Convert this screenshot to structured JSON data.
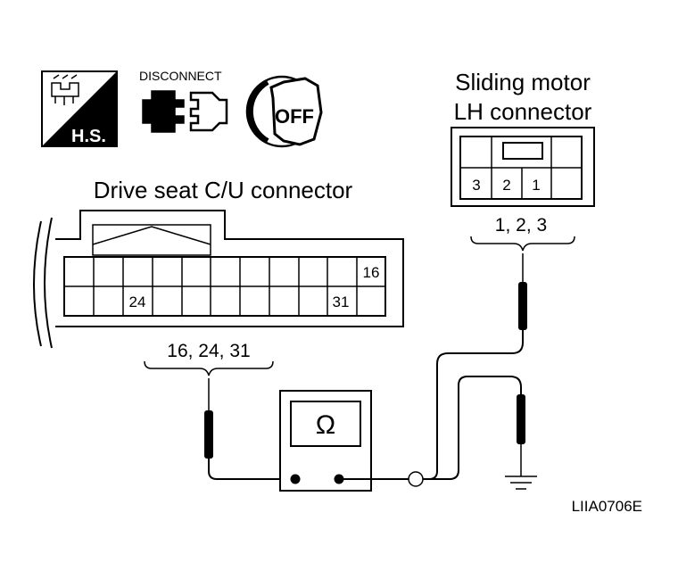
{
  "icons": {
    "harness_label": "H.S.",
    "disconnect_label": "DISCONNECT",
    "ignition_label": "OFF"
  },
  "drive_seat_connector": {
    "title": "Drive seat C/U connector",
    "pin_labels": [
      "16",
      "24",
      "31"
    ],
    "probe_label": "16, 24, 31"
  },
  "sliding_motor_connector": {
    "title_line1": "Sliding motor",
    "title_line2": "LH connector",
    "pin_labels": [
      "3",
      "2",
      "1"
    ],
    "probe_label": "1, 2, 3"
  },
  "meter": {
    "symbol": "Ω",
    "icon": "ohmmeter-icon"
  },
  "figure_code": "LIIA0706E"
}
